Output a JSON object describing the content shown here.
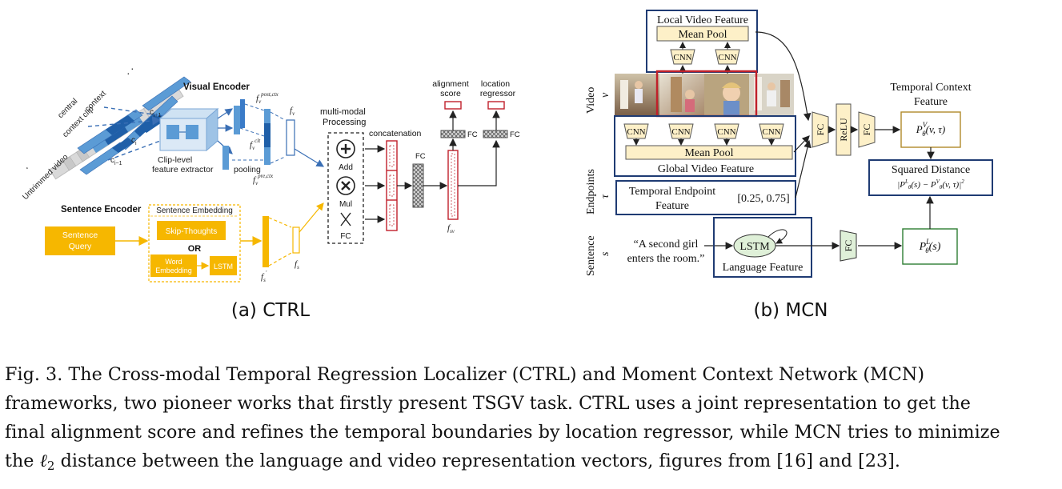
{
  "figure": {
    "panel_a": {
      "caption": "(a) CTRL",
      "visual_encoder_title": "Visual Encoder",
      "sentence_encoder_title": "Sentence Encoder",
      "video_labels": {
        "untrimmed_video": "Untrimmed video",
        "central": "central",
        "context_clip": "context clip",
        "context": "context"
      },
      "clip_labels": {
        "c_i1": "c",
        "c_i": "c",
        "c_im1": "c"
      },
      "clip_level_extractor": [
        "Clip-level",
        "feature extractor"
      ],
      "pooling": "pooling",
      "feature_labels": {
        "f_post": "f",
        "f_clip": "f",
        "f_pre": "f",
        "f_v": "f",
        "f_s": "f",
        "f_sv": "f"
      },
      "multimodal_processing": [
        "multi-modal",
        "Processing"
      ],
      "ops": {
        "add": "Add",
        "mul": "Mul",
        "fc": "FC"
      },
      "concatenation": "concatenation",
      "fc_label": "FC",
      "alignment_score": [
        "alignment",
        "score"
      ],
      "location_regressor": [
        "location",
        "regressor"
      ],
      "sentence_query": [
        "Sentence",
        "Query"
      ],
      "sentence_embedding": "Sentence Embedding",
      "skip_thoughts": "Skip-Thoughts",
      "or": "OR",
      "word_embedding": [
        "Word",
        "Embedding"
      ],
      "lstm": "LSTM"
    },
    "panel_b": {
      "caption": "(b) MCN",
      "local_video_feature": "Local Video Feature",
      "mean_pool": "Mean Pool",
      "cnn": "CNN",
      "video_axis": "Video",
      "video_symbol": "v",
      "global_video_feature": "Global Video Feature",
      "endpoints_axis": "Endpoints",
      "endpoints_symbol": "τ",
      "temporal_endpoint_feature": [
        "Temporal Endpoint",
        "Feature"
      ],
      "endpoint_values": "[0.25, 0.75]",
      "sentence_axis": "Sentence",
      "sentence_symbol": "s",
      "sentence_text": [
        "“A second girl",
        "enters the room.”"
      ],
      "lstm": "LSTM",
      "language_feature": "Language Feature",
      "fc": "FC",
      "relu": "ReLU",
      "temporal_context_feature": [
        "Temporal Context",
        "Feature"
      ],
      "squared_distance": "Squared Distance"
    }
  },
  "caption": {
    "line1": "Fig. 3.  The Cross-modal Temporal Regression Localizer (CTRL) and Moment Context Network (MCN)",
    "line2": "frameworks, two pioneer works that firstly present TSGV task. CTRL uses a joint representation to get the",
    "line3": "final alignment score and refines the temporal boundaries by location regressor, while MCN tries to minimize",
    "line4_pre": "the ",
    "line4_ell": "ℓ",
    "line4_sub": "2",
    "line4_post": " distance between the language and video representation vectors, figures from [16] and [23]."
  },
  "colors": {
    "blue_clip": "#5b9bd5",
    "blue_dark": "#1f5fa8",
    "orange": "#f6b700",
    "red": "#c0202a",
    "navy": "#1f3b73",
    "cnn_fill": "#fdf0c8",
    "green_fill": "#dff0d8"
  }
}
